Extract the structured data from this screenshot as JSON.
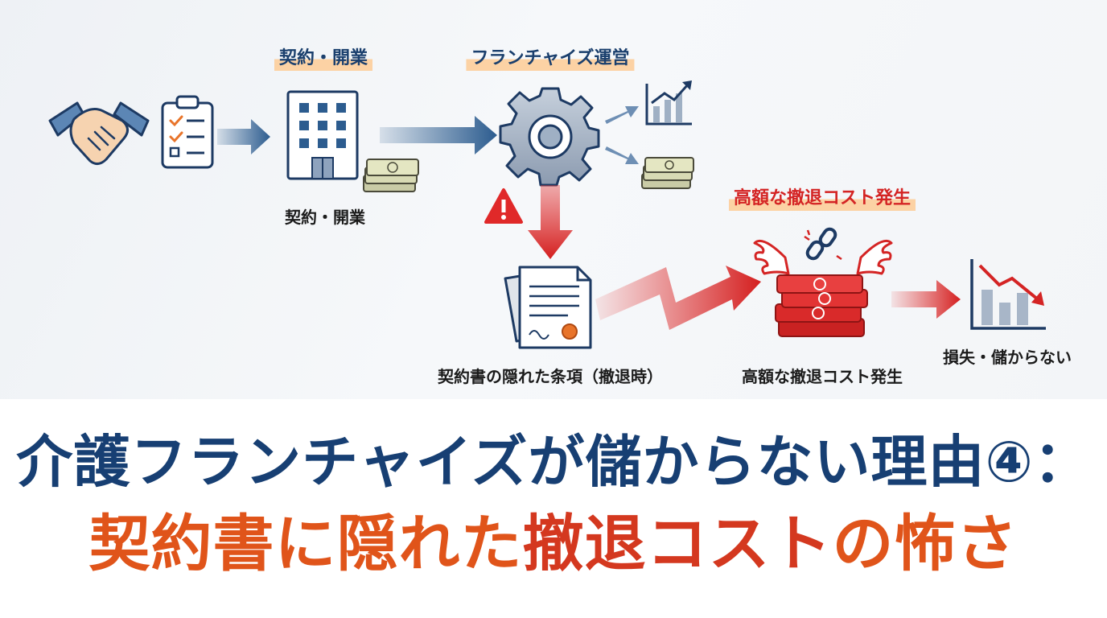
{
  "diagram": {
    "stage_tags": {
      "contract": "契約・開業",
      "franchise": "フランチャイズ運営",
      "cost": "高額な撤退コスト発生"
    },
    "captions": {
      "contract": "契約・開業",
      "clause": "契約書の隠れた条項（撤退時）",
      "cost": "高額な撤退コスト発生",
      "loss": "損失・儲からない"
    }
  },
  "headline": {
    "line1": "介護フランチャイズが儲からない理由④：",
    "line2_prefix": "契約書に隠れた",
    "line2_emphasis": "撤退コスト",
    "line2_suffix": "の怖さ"
  },
  "colors": {
    "navy": "#1a3f6d",
    "accent_red": "#d42424",
    "highlight": "#fcd2a4",
    "headline_navy": "#173f73",
    "headline_orange": "#e0541a"
  }
}
